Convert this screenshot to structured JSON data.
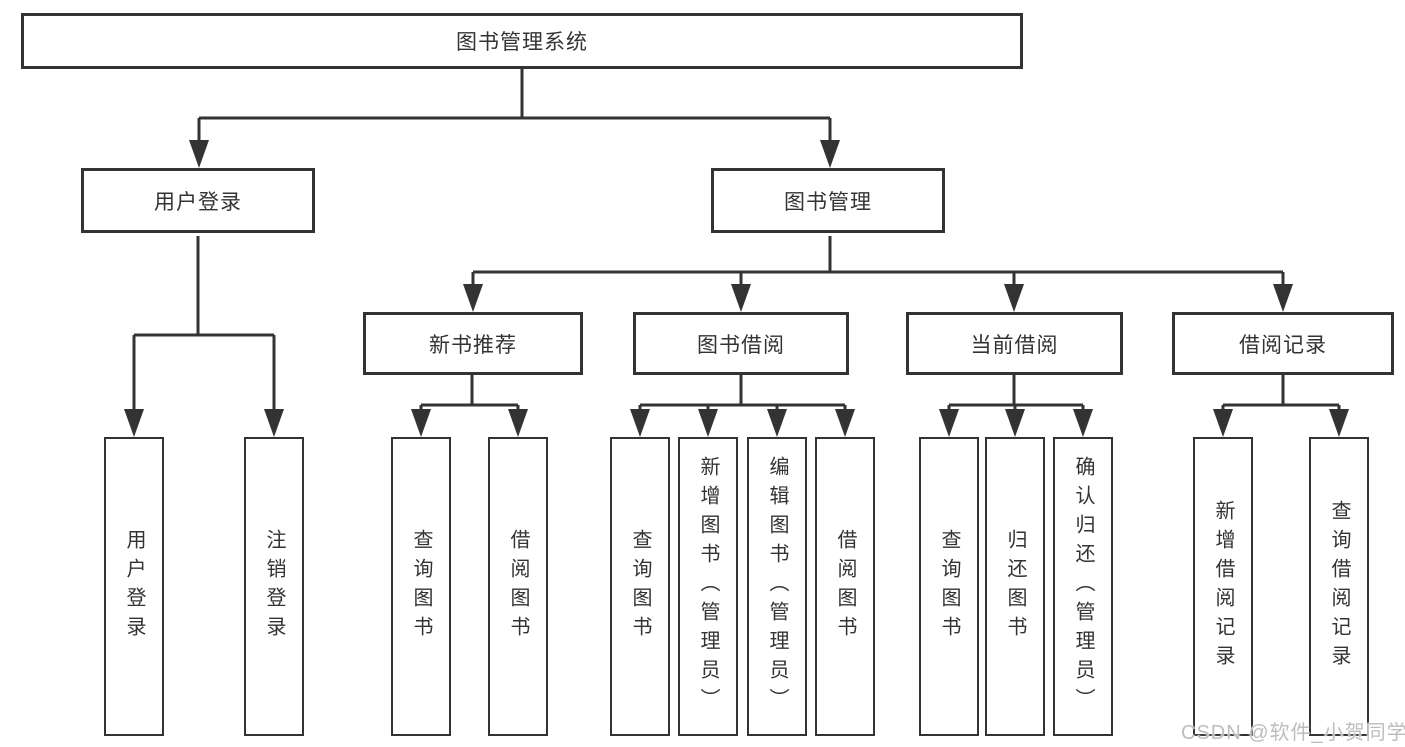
{
  "colors": {
    "line": "#333333",
    "box_border": "#333333",
    "text": "#333333",
    "background": "#ffffff",
    "watermark": "#bdbdbd"
  },
  "tree": {
    "label": "图书管理系统",
    "children": [
      {
        "label": "用户登录",
        "children": [
          {
            "label": "用户登录"
          },
          {
            "label": "注销登录"
          }
        ]
      },
      {
        "label": "图书管理",
        "children": [
          {
            "label": "新书推荐",
            "children": [
              {
                "label": "查询图书"
              },
              {
                "label": "借阅图书"
              }
            ]
          },
          {
            "label": "图书借阅",
            "children": [
              {
                "label": "查询图书"
              },
              {
                "label": "新增图书（管理员）"
              },
              {
                "label": "编辑图书（管理员）"
              },
              {
                "label": "借阅图书"
              }
            ]
          },
          {
            "label": "当前借阅",
            "children": [
              {
                "label": "查询图书"
              },
              {
                "label": "归还图书"
              },
              {
                "label": "确认归还（管理员）"
              }
            ]
          },
          {
            "label": "借阅记录",
            "children": [
              {
                "label": "新增借阅记录"
              },
              {
                "label": "查询借阅记录"
              }
            ]
          }
        ]
      }
    ]
  },
  "watermark": {
    "text": "CSDN @软件_小贺同学"
  }
}
